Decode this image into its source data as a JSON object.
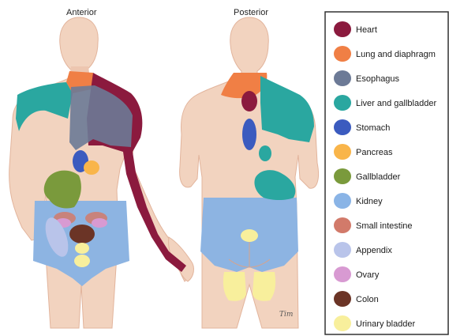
{
  "views": {
    "anterior_label": "Anterior",
    "posterior_label": "Posterior"
  },
  "colors": {
    "skin": "#f2d3bf",
    "skin_shadow": "#e6b9a0",
    "briefs": "#8db4e2",
    "background": "#ffffff",
    "legend_border": "#333333"
  },
  "legend": {
    "items": [
      {
        "label": "Heart",
        "color": "#8b1a3e"
      },
      {
        "label": "Lung and diaphragm",
        "color": "#f07f45"
      },
      {
        "label": "Esophagus",
        "color": "#6c7a96"
      },
      {
        "label": "Liver and gallbladder",
        "color": "#2aa7a0"
      },
      {
        "label": "Stomach",
        "color": "#3b5bbf"
      },
      {
        "label": "Pancreas",
        "color": "#f9b54a"
      },
      {
        "label": "Gallbladder",
        "color": "#7a9a3c"
      },
      {
        "label": "Kidney",
        "color": "#8ab4e6"
      },
      {
        "label": "Small intestine",
        "color": "#d27a6a"
      },
      {
        "label": "Appendix",
        "color": "#b9c4ea"
      },
      {
        "label": "Ovary",
        "color": "#d89ad2"
      },
      {
        "label": "Colon",
        "color": "#6b3426"
      },
      {
        "label": "Urinary bladder",
        "color": "#f8ef9c"
      }
    ]
  },
  "signature": "Tim"
}
